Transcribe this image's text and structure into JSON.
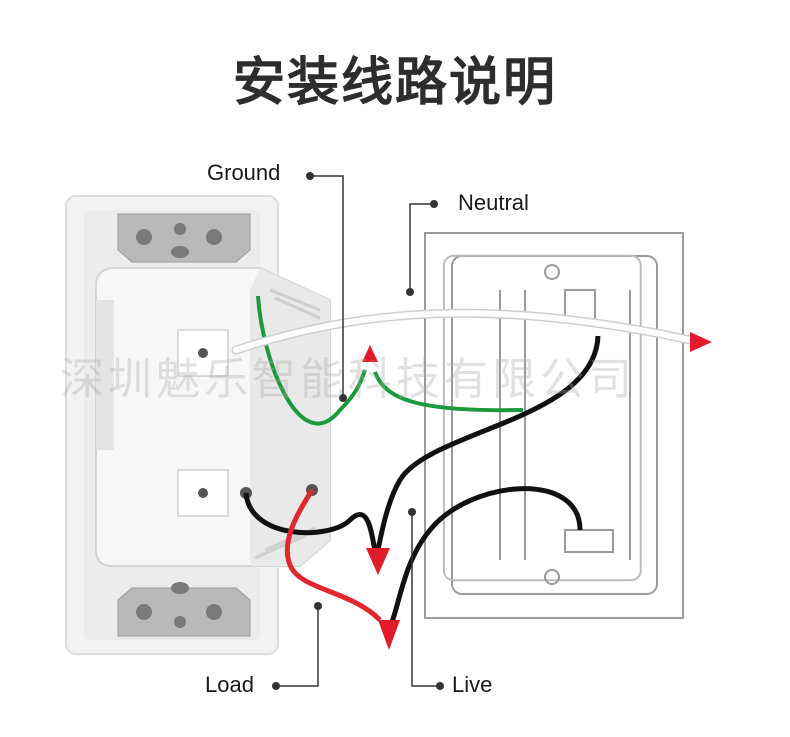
{
  "title": "安装线路说明",
  "labels": {
    "ground": "Ground",
    "neutral": "Neutral",
    "load": "Load",
    "live": "Live"
  },
  "watermark": "深圳魅乐智能科技有限公司",
  "colors": {
    "ground_wire": "#1a9a3a",
    "load_wire": "#e0262f",
    "live_wire": "#111111",
    "neutral_wire": "#e8e8e8",
    "connector": "#e21b2a"
  }
}
